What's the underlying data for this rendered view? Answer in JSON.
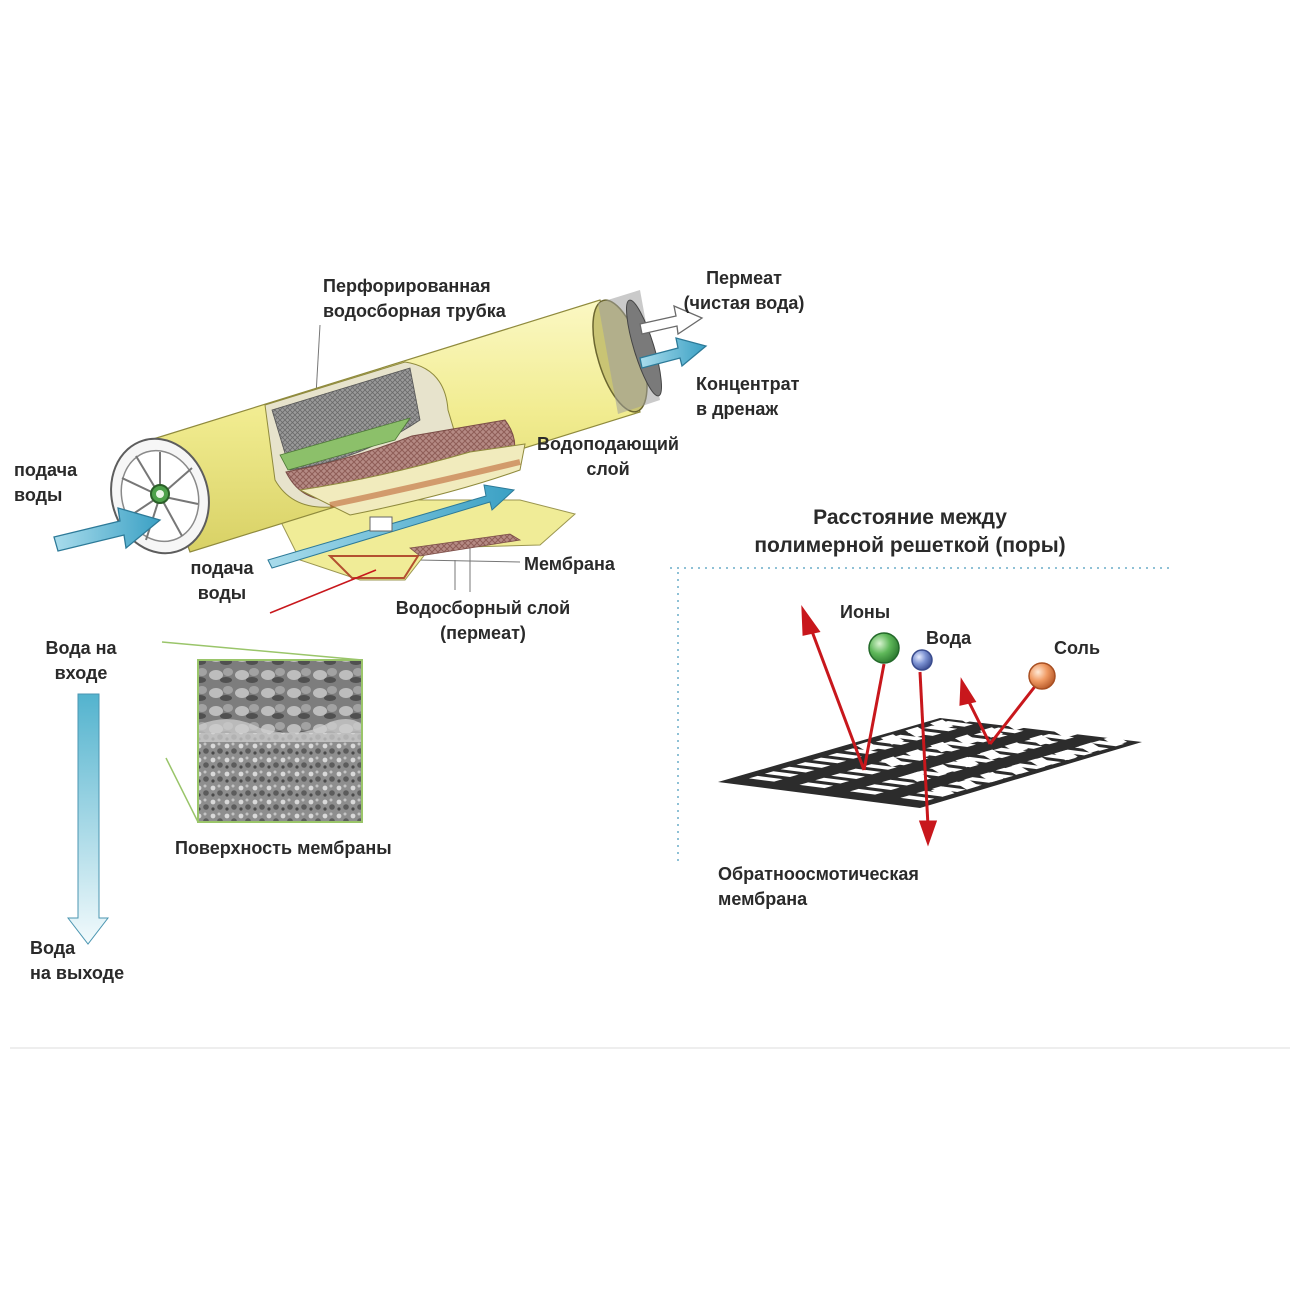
{
  "module_labels": {
    "perforated_tube": [
      "Перфорированная",
      "водосборная трубка"
    ],
    "permeate": [
      "Пермеат",
      "(чистая вода)"
    ],
    "concentrate": [
      "Концентрат",
      "в дренаж"
    ],
    "feed_water_left": [
      "подача",
      "воды"
    ],
    "feed_spacer": [
      "Водоподающий",
      "слой"
    ],
    "feed_water_center": [
      "подача",
      "воды"
    ],
    "membrane": "Мембрана",
    "permeate_layer": [
      "Водосборный слой",
      "(пермеат)"
    ]
  },
  "flow_labels": {
    "water_in": [
      "Вода на",
      "входе"
    ],
    "water_out": [
      "Вода",
      "на выходе"
    ],
    "membrane_surface": "Поверхность мембраны"
  },
  "pore_diagram": {
    "title": [
      "Расстояние между",
      "полимерной решеткой (поры)"
    ],
    "ions": "Ионы",
    "water": "Вода",
    "salt": "Соль",
    "ro_membrane": [
      "Обратноосмотическая",
      "мембрана"
    ]
  },
  "colors": {
    "housing_yellow": "#f3ef9a",
    "flow_blue": "#5fb8d3",
    "arrow_red": "#c8171c",
    "spacer_green": "#8cc06a",
    "ion_green": "#4faa52",
    "water_blue": "#6e86c8",
    "salt_orange": "#e98a5a",
    "dotted_blue": "#8fc1d6"
  }
}
